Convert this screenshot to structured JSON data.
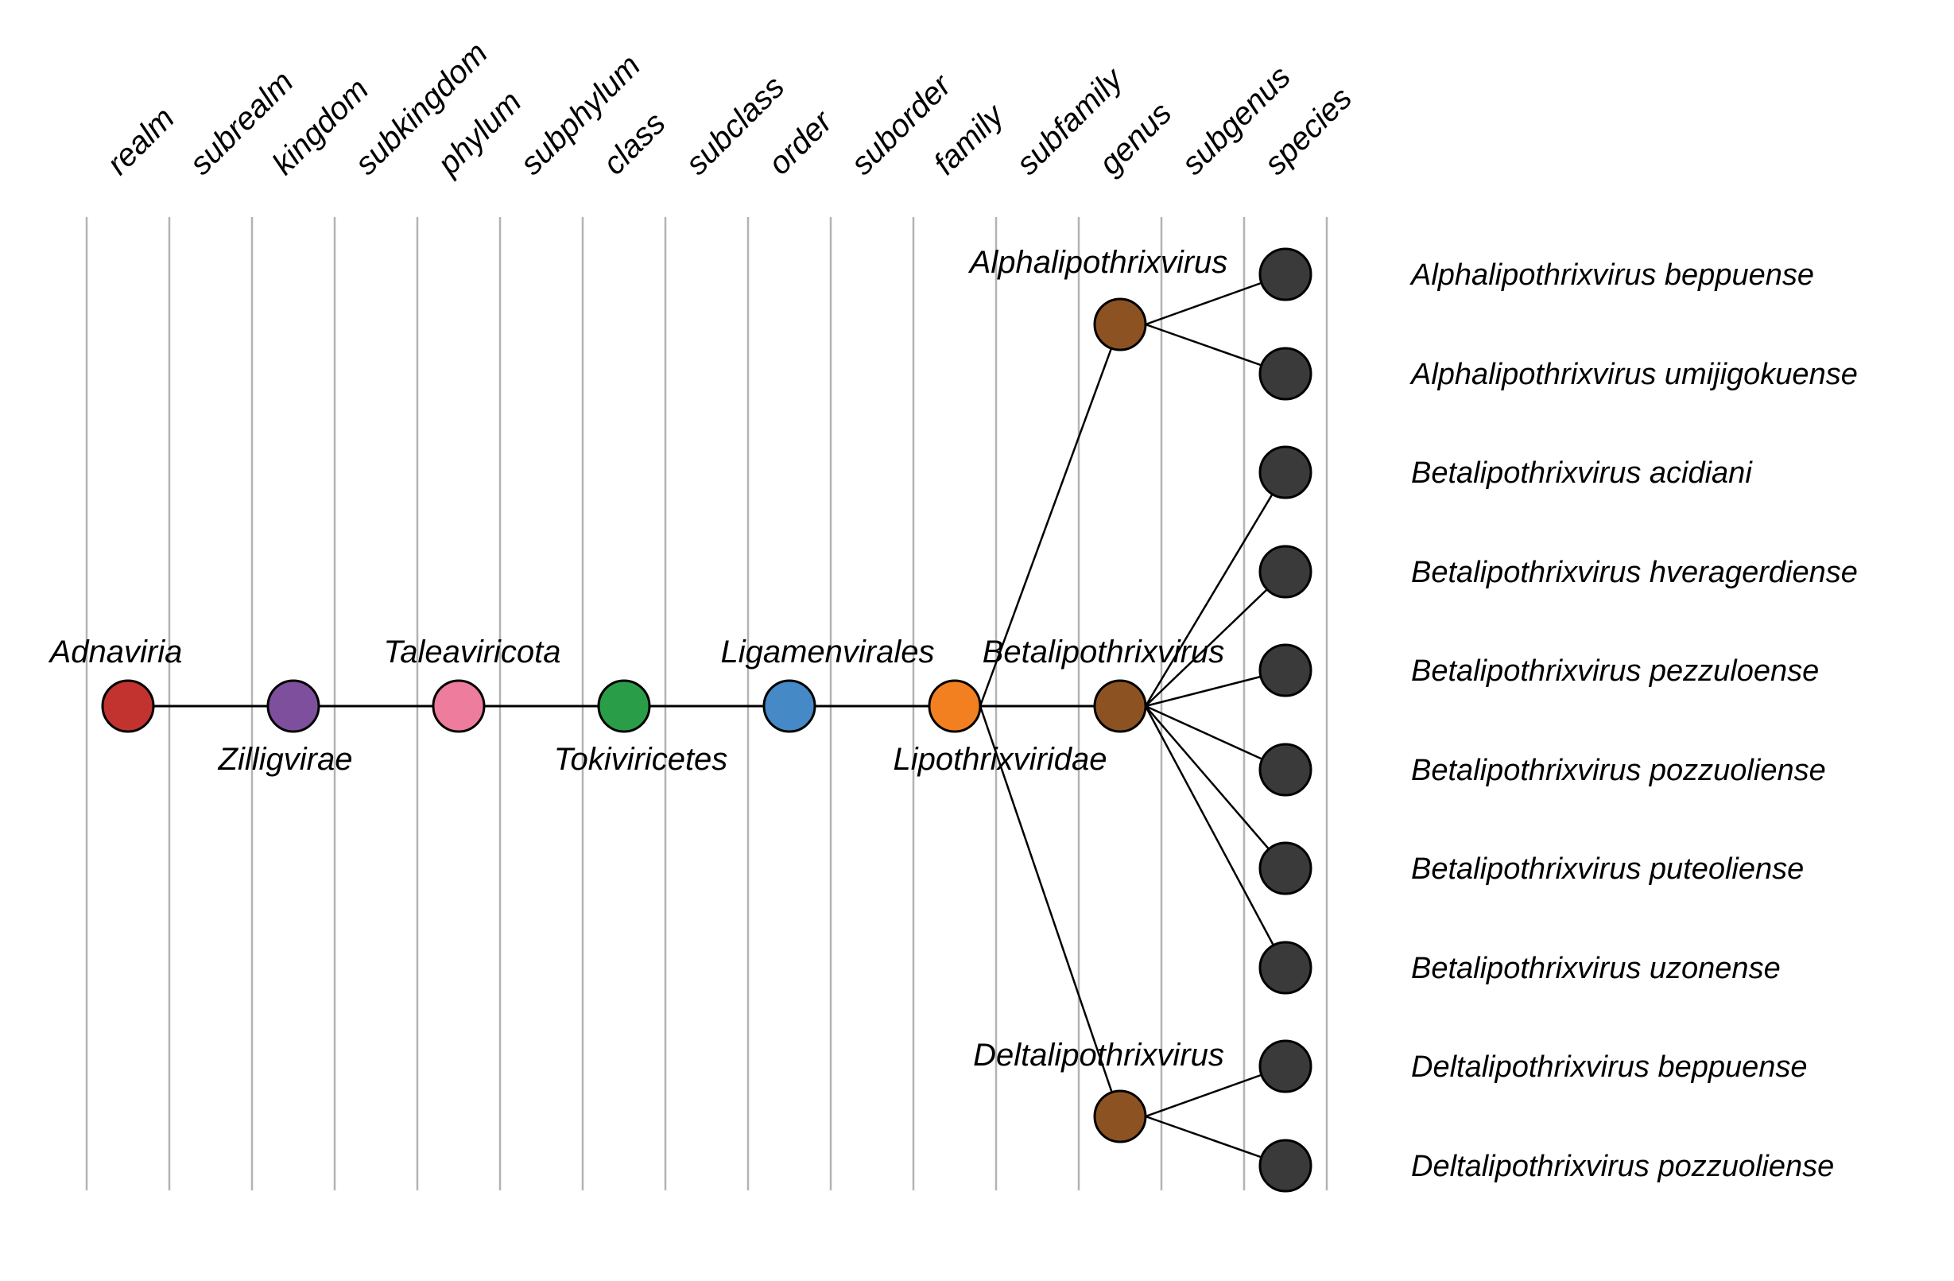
{
  "diagram": {
    "type": "taxonomy-tree",
    "rank_headers": [
      "realm",
      "subrealm",
      "kingdom",
      "subkingdom",
      "phylum",
      "subphylum",
      "class",
      "subclass",
      "order",
      "suborder",
      "family",
      "subfamily",
      "genus",
      "subgenus",
      "species"
    ],
    "lineage": [
      {
        "rank": "realm",
        "name": "Adnaviria",
        "color": "#c23330",
        "label_side": "above"
      },
      {
        "rank": "kingdom",
        "name": "Zilligvirae",
        "color": "#7e4f9d",
        "label_side": "below"
      },
      {
        "rank": "phylum",
        "name": "Taleaviricota",
        "color": "#ee7c9d",
        "label_side": "above"
      },
      {
        "rank": "class",
        "name": "Tokiviricetes",
        "color": "#2a9d49",
        "label_side": "below"
      },
      {
        "rank": "order",
        "name": "Ligamenvirales",
        "color": "#4589c6",
        "label_side": "above"
      },
      {
        "rank": "family",
        "name": "Lipothrixviridae",
        "color": "#f28020",
        "label_side": "below"
      }
    ],
    "genera": [
      {
        "rank": "genus",
        "name": "Alphalipothrixvirus",
        "color": "#8d5222",
        "species": [
          "Alphalipothrixvirus beppuense",
          "Alphalipothrixvirus umijigokuense"
        ]
      },
      {
        "rank": "genus",
        "name": "Betalipothrixvirus",
        "color": "#8d5222",
        "species": [
          "Betalipothrixvirus acidiani",
          "Betalipothrixvirus hveragerdiense",
          "Betalipothrixvirus pezzuloense",
          "Betalipothrixvirus pozzuoliense",
          "Betalipothrixvirus puteoliense",
          "Betalipothrixvirus uzonense"
        ]
      },
      {
        "rank": "genus",
        "name": "Deltalipothrixvirus",
        "color": "#8d5222",
        "species": [
          "Deltalipothrixvirus beppuense",
          "Deltalipothrixvirus pozzuoliense"
        ]
      }
    ],
    "species_node_color": "#3a3a3a",
    "grid_color": "#b3b3b3",
    "branch_color": "#000000"
  }
}
